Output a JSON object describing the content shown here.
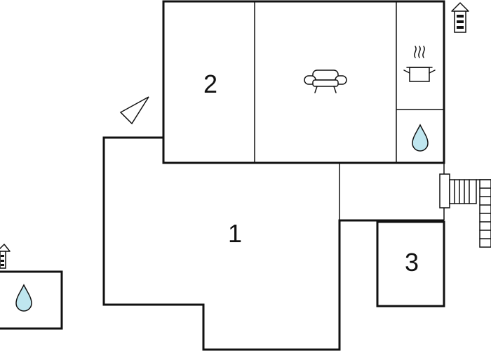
{
  "rooms": [
    {
      "id": "room-1",
      "number": "1"
    },
    {
      "id": "room-2",
      "number": "2"
    },
    {
      "id": "room-3",
      "number": "3"
    }
  ],
  "icons": {
    "sofa": "living-room-sofa",
    "kitchen": "cooking-pot",
    "bathroom": "water-drop",
    "outdoor_pool": "water-drop",
    "entrance": "stairs",
    "house_top": "house-marker",
    "house_left": "house-marker",
    "north": "compass-triangle"
  },
  "colors": {
    "wall": "#111111",
    "water": "#bfe6ef"
  }
}
